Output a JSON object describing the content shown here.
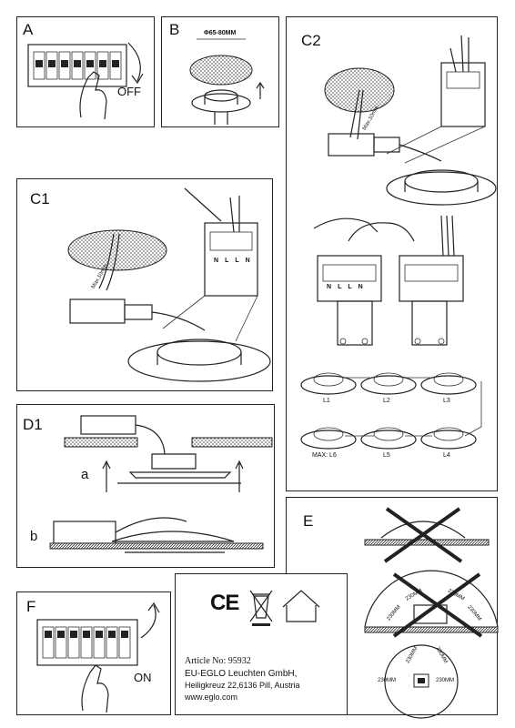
{
  "panels": {
    "A": {
      "label": "A",
      "off_text": "OFF"
    },
    "B": {
      "label": "B",
      "cutout_text": "Φ65-80MM"
    },
    "C2": {
      "label": "C2",
      "wire_text": "Max.10mm",
      "terminal_labels": [
        "N",
        "L",
        "L",
        "N"
      ],
      "chain_labels": [
        "L1",
        "L2",
        "L3",
        "L4",
        "L5",
        "MAX: L6"
      ]
    },
    "C1": {
      "label": "C1",
      "wire_text": "Max.10mm",
      "terminal_labels": [
        "N",
        "L",
        "L",
        "N"
      ]
    },
    "D1": {
      "label": "D1",
      "sub_a": "a",
      "sub_b": "b"
    },
    "E": {
      "label": "E",
      "clearance": [
        "230MM",
        "230MM",
        "230MM",
        "230MM",
        "230MM",
        "230MM",
        "230MM",
        "230MM"
      ]
    },
    "F": {
      "label": "F",
      "on_text": "ON"
    }
  },
  "info": {
    "article": "Article No: 95932",
    "company": "EU-EGLO Leuchten GmbH,",
    "address": "Heiligkreuz 22,6136 Pill, Austria",
    "website": "www.eglo.com",
    "marks": [
      "CE",
      "WEEE",
      "house"
    ]
  }
}
